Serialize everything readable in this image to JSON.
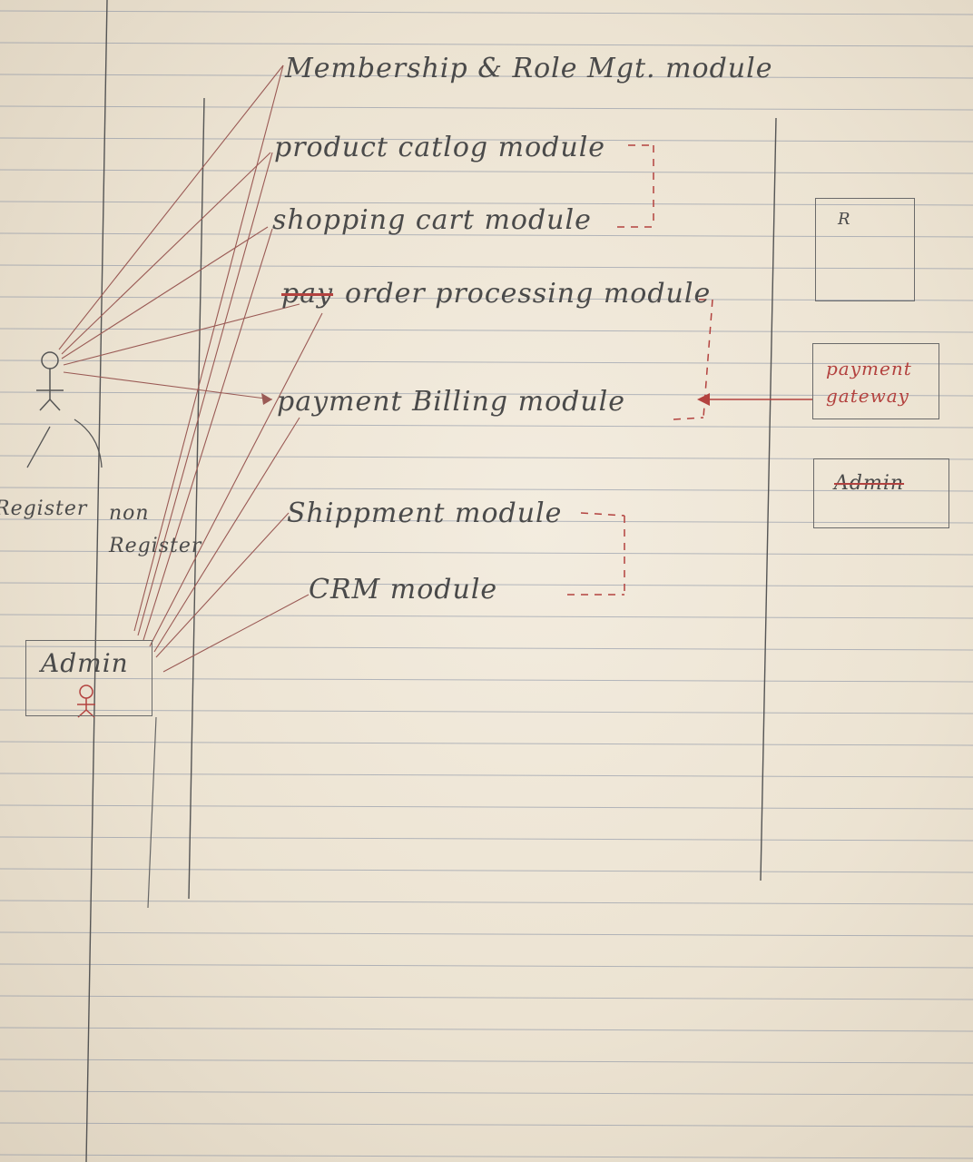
{
  "modules": [
    {
      "id": "membership",
      "label": "Membership & Role Mgt. module"
    },
    {
      "id": "catalog",
      "label": "product catlog module"
    },
    {
      "id": "cart",
      "label": "shopping cart module"
    },
    {
      "id": "order",
      "label": "order processing module",
      "struck_prefix": "pay"
    },
    {
      "id": "payment",
      "label": "payment Billing module"
    },
    {
      "id": "shipment",
      "label": "Shippment module"
    },
    {
      "id": "crm",
      "label": "CRM module"
    }
  ],
  "actors": {
    "register": "Register",
    "non_register": "non Register",
    "admin_left": "Admin"
  },
  "external_boxes": {
    "r_box": "R",
    "payment_gateway": "payment gateway",
    "admin_right": "Admin"
  },
  "colors": {
    "pencil": "#4a4a4a",
    "red_pen": "#b3423f",
    "ruled_line": "#7f8aa0"
  }
}
